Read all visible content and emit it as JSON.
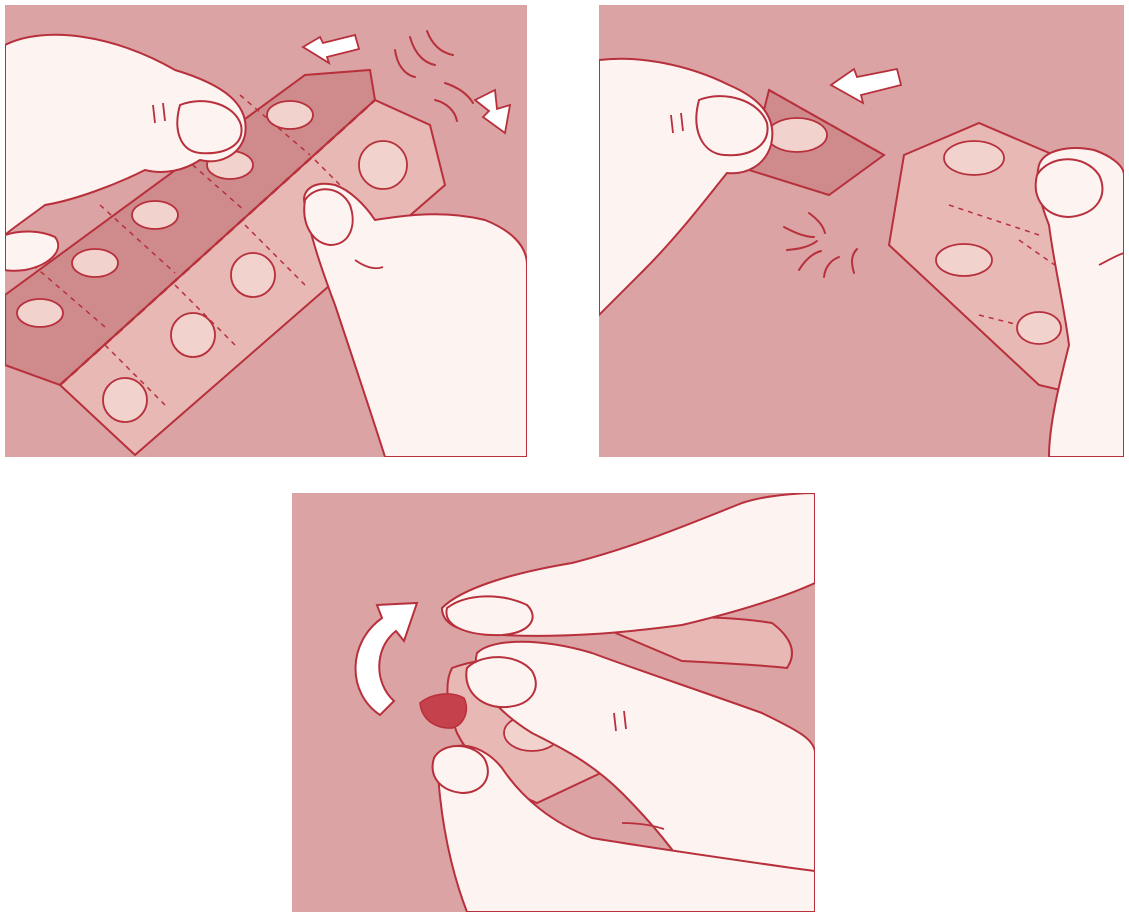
{
  "figure": {
    "panels": [
      {
        "id": "step-1",
        "depicts": "tear-blister-strip-along-perforation"
      },
      {
        "id": "step-2",
        "depicts": "separate-single-blister-cell"
      },
      {
        "id": "step-3",
        "depicts": "peel-back-foil-and-remove-tablet"
      }
    ]
  },
  "colors": {
    "background": "#dba3a3",
    "blister_dark": "#cf8b8b",
    "blister_light": "#e8b8b5",
    "tablet": "#f1d2cd",
    "skin": "#fdf3f1",
    "outline": "#b7303c",
    "arrow_fill": "#ffffff",
    "exposed_tablet": "#c5414b"
  }
}
